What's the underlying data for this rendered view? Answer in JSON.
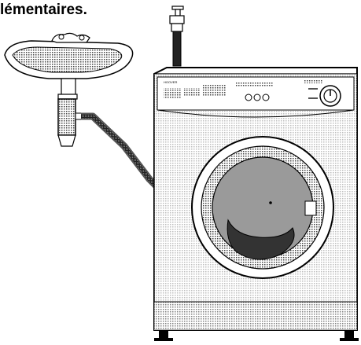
{
  "heading": "lémentaires.",
  "machine_panel": {
    "brand": "HOOVER"
  },
  "colors": {
    "ink": "#000000",
    "shade": "#8a8a8a",
    "dark_shade": "#3a3a3a",
    "background": "#ffffff"
  },
  "icons": [
    "sink",
    "drain-hose",
    "standpipe",
    "washing-machine"
  ]
}
